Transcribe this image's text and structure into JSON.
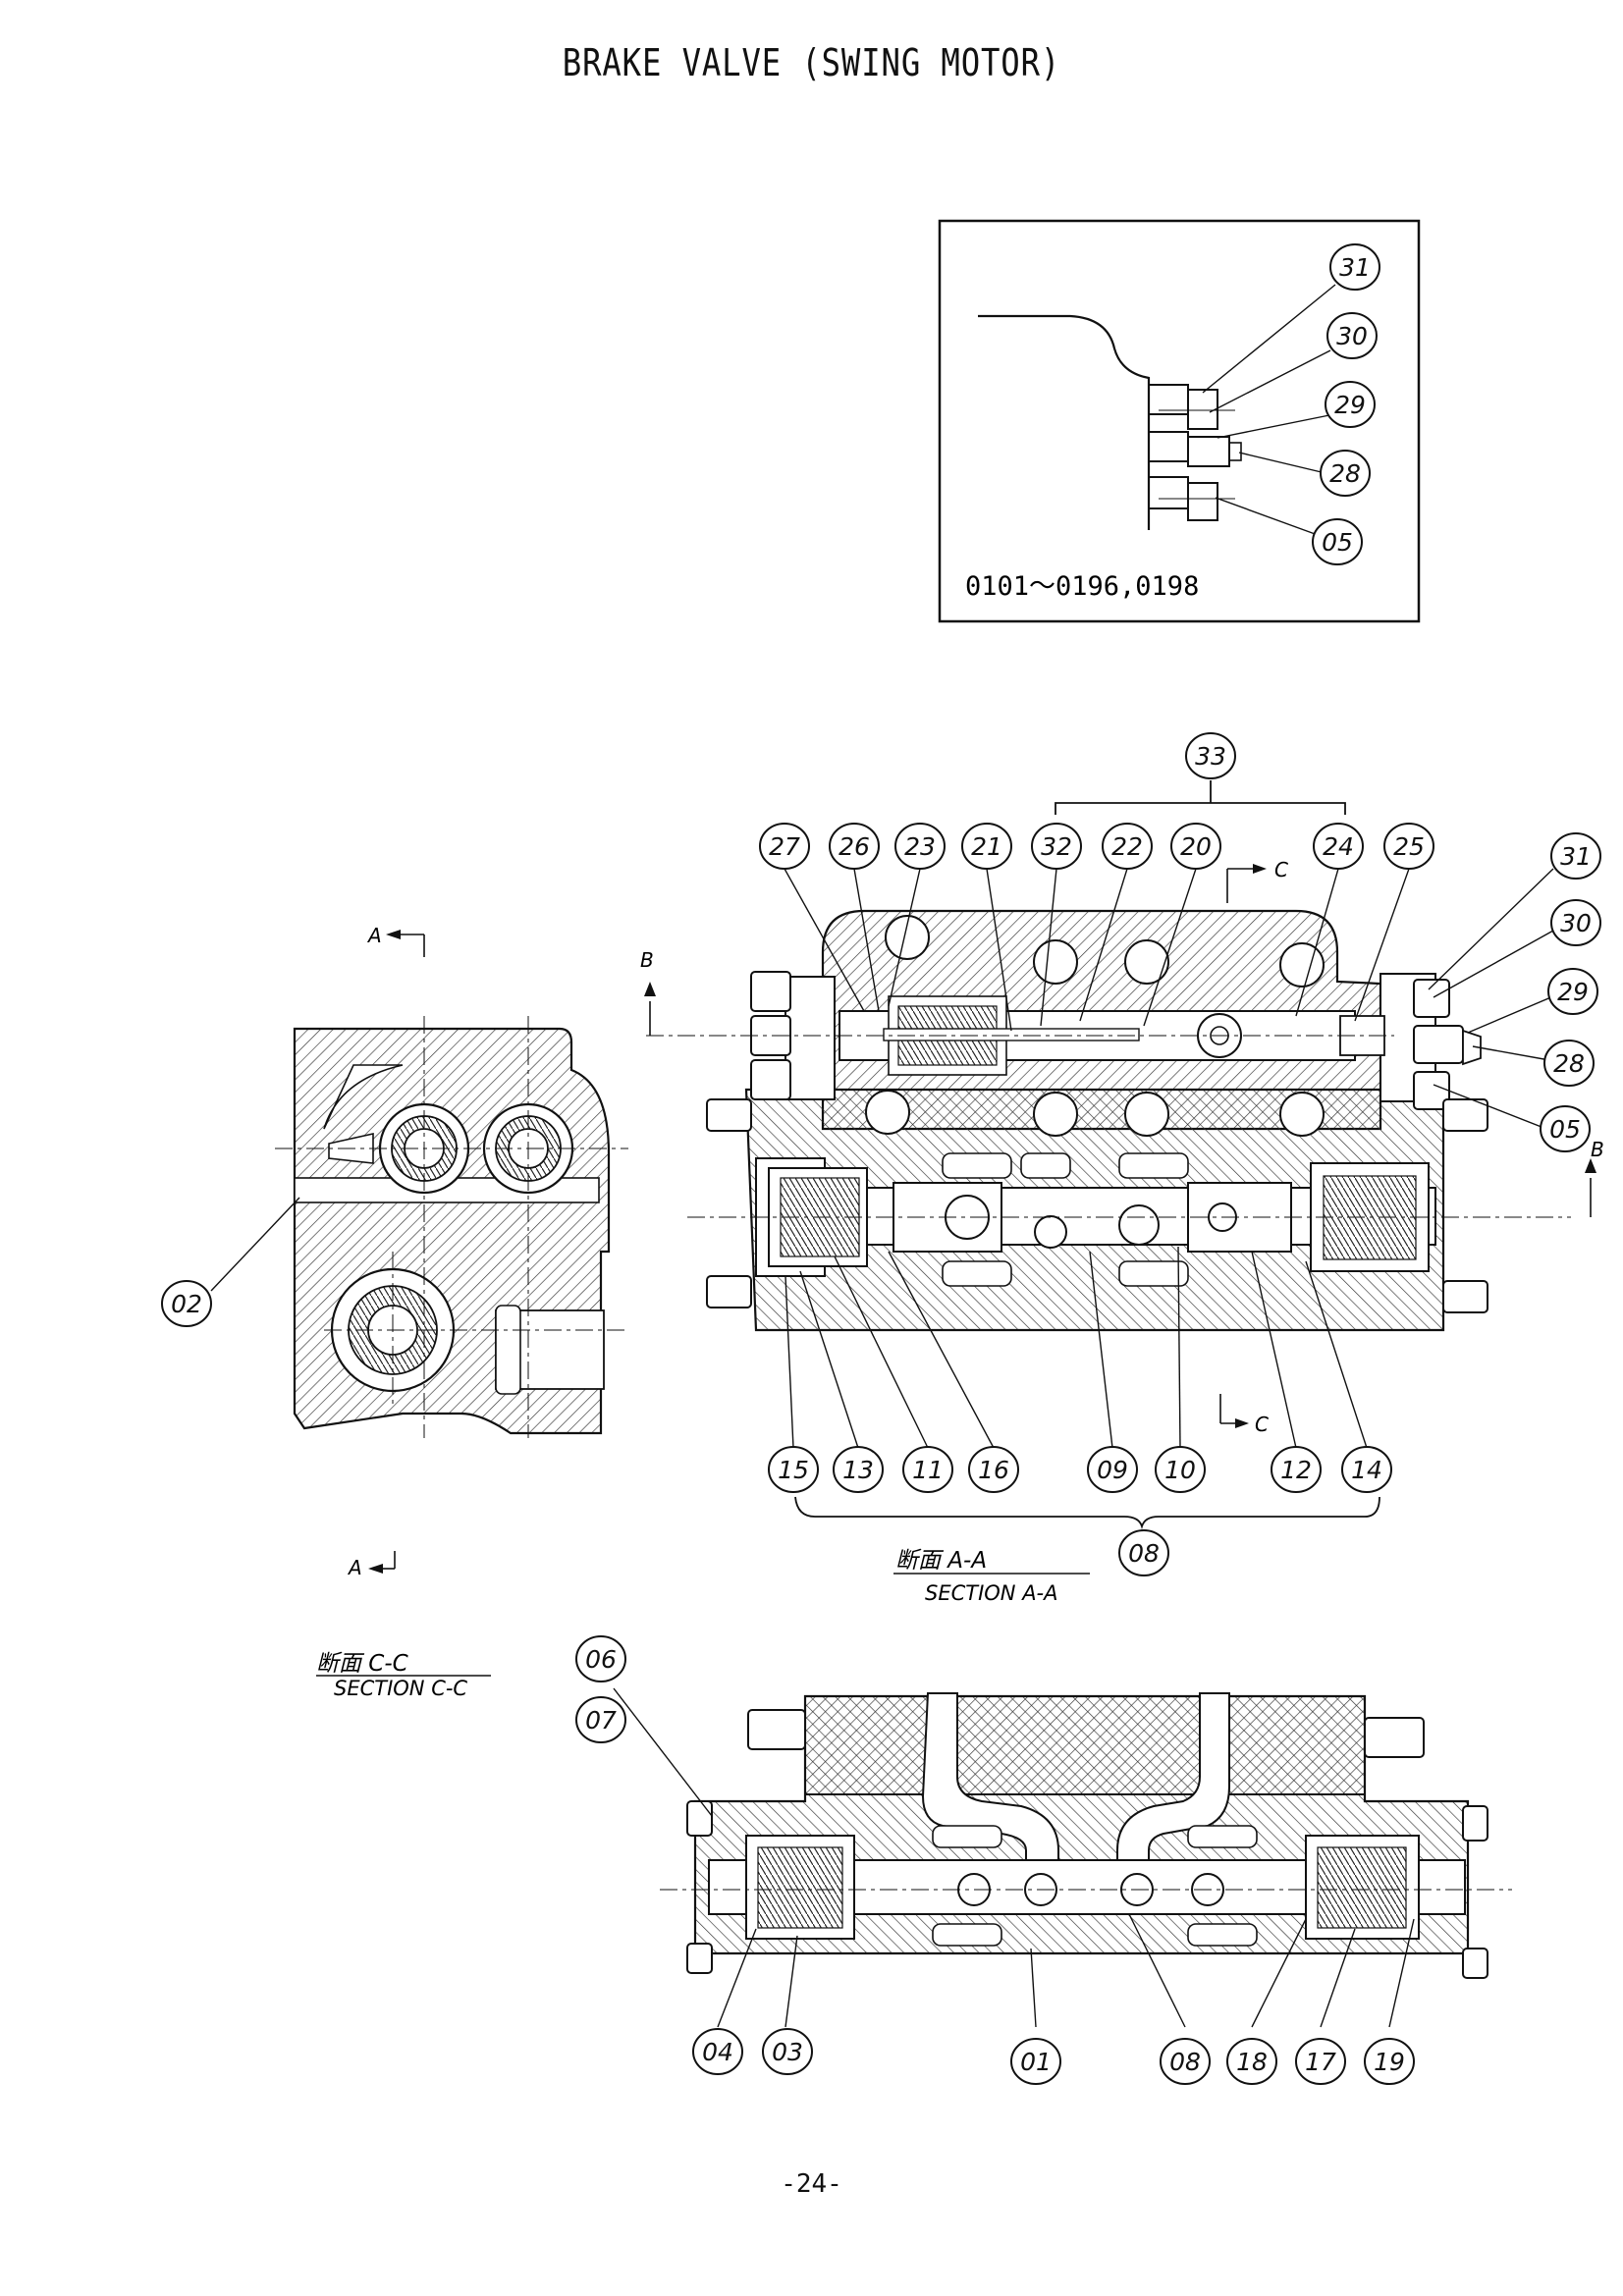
{
  "title": "BRAKE VALVE (SWING MOTOR)",
  "page_number": "-24-",
  "inset": {
    "serial_range": "0101～0196,0198",
    "callouts": [
      "31",
      "30",
      "29",
      "28",
      "05"
    ]
  },
  "section_aa": {
    "label_jp": "断面  A-A",
    "label_en": "SECTION  A-A",
    "group_top": "33",
    "group_bottom": "08",
    "top_callouts": [
      "27",
      "26",
      "23",
      "21",
      "32",
      "22",
      "20",
      "24",
      "25"
    ],
    "right_callouts": [
      "31",
      "30",
      "29",
      "28",
      "05"
    ],
    "bottom_callouts": [
      "15",
      "13",
      "11",
      "16",
      "09",
      "10",
      "12",
      "14"
    ],
    "cut_b": "B",
    "cut_c": "C"
  },
  "section_cc": {
    "label_jp": "断面  C-C",
    "label_en": "SECTION  C-C",
    "left_callout": "02",
    "cut_a": "A"
  },
  "section_bb": {
    "top_callouts": [
      "06",
      "07"
    ],
    "bottom_callouts": [
      "04",
      "03",
      "01",
      "08",
      "18",
      "17",
      "19"
    ]
  }
}
